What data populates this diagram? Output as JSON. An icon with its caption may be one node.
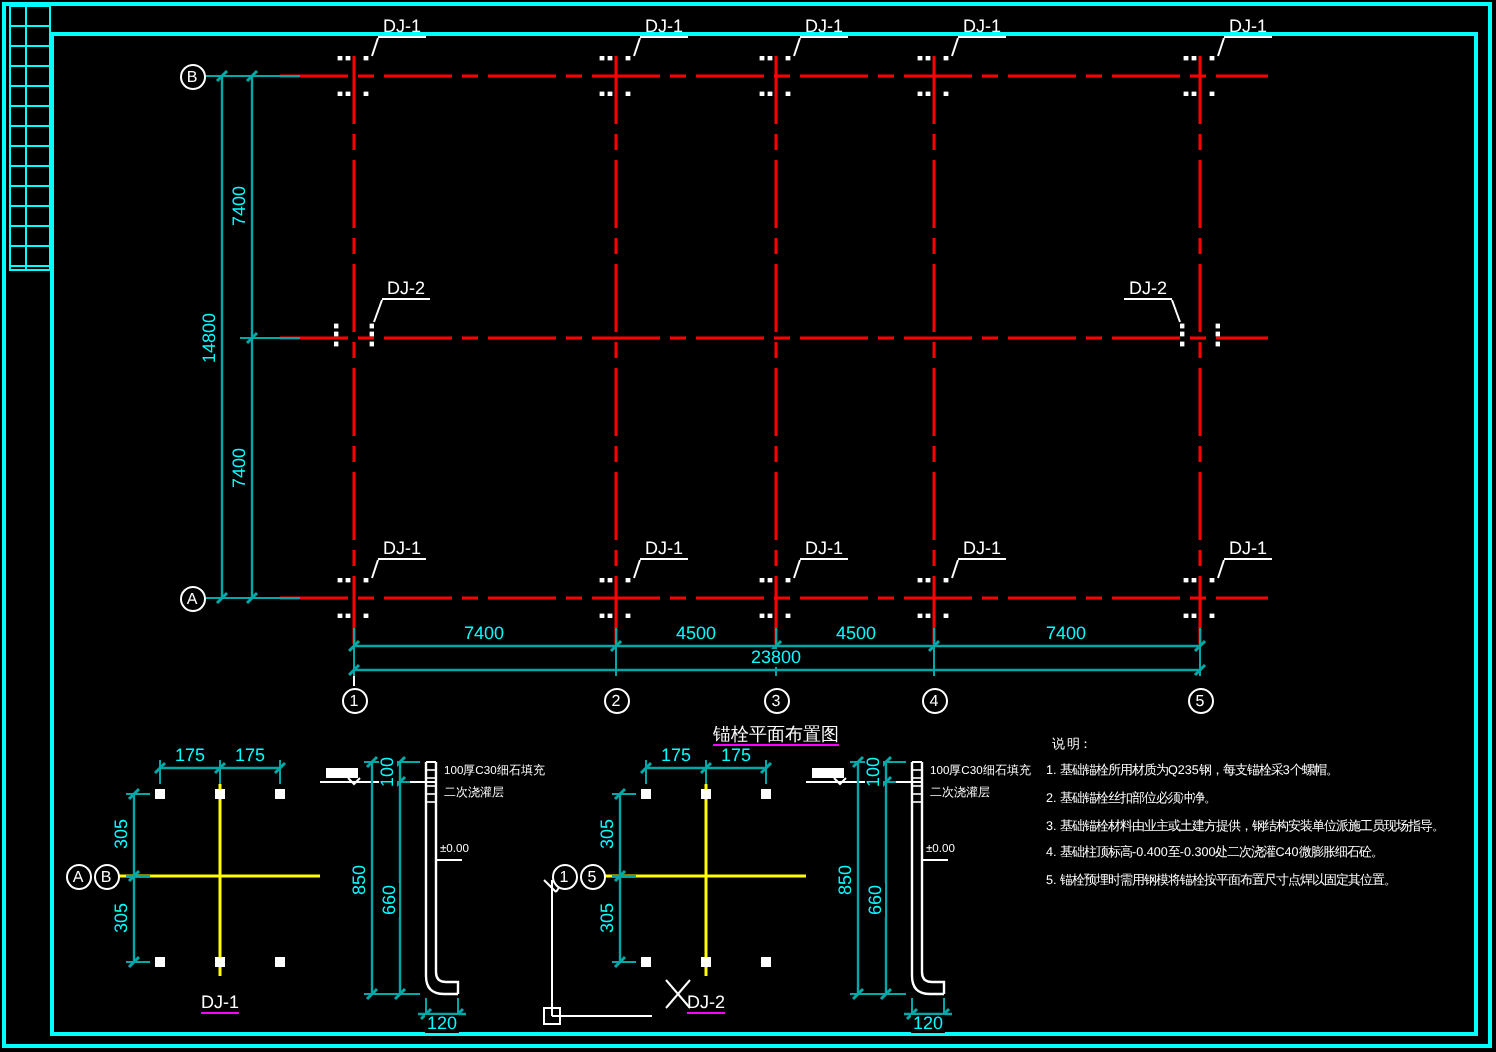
{
  "diagram": {
    "title": "锚栓平面布置图",
    "nodes": [
      {
        "text": [
          "DJ-1"
        ]
      },
      {
        "text": [
          "DJ-1"
        ]
      },
      {
        "text": [
          "DJ-1"
        ]
      },
      {
        "text": [
          "DJ-1"
        ]
      },
      {
        "text": [
          "DJ-1"
        ]
      },
      {
        "text": [
          "DJ-2"
        ]
      },
      {
        "text": [
          "DJ-2"
        ]
      },
      {
        "text": [
          "DJ-1"
        ]
      },
      {
        "text": [
          "DJ-1"
        ]
      },
      {
        "text": [
          "DJ-1"
        ]
      },
      {
        "text": [
          "DJ-1"
        ]
      },
      {
        "text": [
          "DJ-1"
        ]
      },
      {
        "text": [],
        "shape": "picture"
      },
      {
        "text": [],
        "shape": "picture"
      },
      {
        "text": [],
        "shape": "picture"
      },
      {
        "text": [],
        "shape": "picture"
      },
      {
        "text": [],
        "shape": "picture"
      },
      {
        "text": [],
        "shape": "picture"
      },
      {
        "text": [],
        "shape": "picture"
      },
      {
        "text": [],
        "shape": "picture"
      },
      {
        "text": [],
        "shape": "picture"
      },
      {
        "text": [],
        "shape": "picture"
      },
      {
        "text": [],
        "shape": "picture"
      },
      {
        "text": [],
        "shape": "picture"
      }
    ],
    "edges": [
      {
        "from": 0,
        "to": 12,
        "arrow": "none"
      },
      {
        "from": 1,
        "to": 13,
        "arrow": "none"
      },
      {
        "from": 2,
        "to": 14,
        "arrow": "none"
      },
      {
        "from": 3,
        "to": 15,
        "arrow": "none"
      },
      {
        "from": 4,
        "to": 16,
        "arrow": "none"
      },
      {
        "from": 5,
        "to": 17,
        "arrow": "none"
      },
      {
        "from": 6,
        "to": 18,
        "arrow": "none"
      },
      {
        "from": 7,
        "to": 19,
        "arrow": "none"
      },
      {
        "from": 8,
        "to": 20,
        "arrow": "none"
      },
      {
        "from": 9,
        "to": 21,
        "arrow": "none"
      },
      {
        "from": 10,
        "to": 22,
        "arrow": "none"
      },
      {
        "from": 11,
        "to": 23,
        "arrow": "none"
      }
    ],
    "labels": [
      "B",
      "A",
      "1",
      "2",
      "3",
      "4",
      "5",
      "7400",
      "14800",
      "7400",
      "7400",
      "4500",
      "4500",
      "7400",
      "23800",
      "175",
      "175",
      "305",
      "305",
      "A",
      "B",
      "DJ-1",
      "100",
      "850",
      "660",
      "120",
      "100厚C30细石填充",
      "二次浇灌层",
      "±0.00",
      "175",
      "175",
      "305",
      "305",
      "1",
      "5",
      "DJ-2",
      "100",
      "850",
      "660",
      "120",
      "100厚C30细石填充",
      "二次浇灌层",
      "±0.00",
      "说 明：",
      "1. 基础锚栓所用材质为Q235钢，每支锚栓采3个螺帽。",
      "2. 基础锚栓丝扣部位必须冲净。",
      "3. 基础锚栓材料由业主或土建方提供，钢结构安装单位派施工员现场指导。",
      "4. 基础柱顶标高-0.400至-0.300处二次浇灌C40微膨胀细石砼。",
      "5. 锚栓预埋时需用钢模将锚栓按平面布置尺寸点焊以固定其位置。"
    ]
  }
}
